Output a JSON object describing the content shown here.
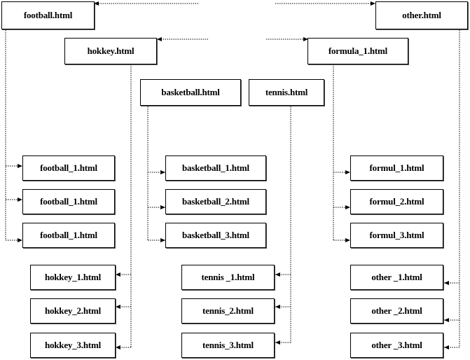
{
  "nodes": {
    "football": "football.html",
    "hokkey": "hokkey.html",
    "basketball": "basketball.html",
    "tennis": "tennis.html",
    "formula": "formula_1.html",
    "other": "other.html",
    "football_1": "football_1.html",
    "football_2": "football_1.html",
    "football_3": "football_1.html",
    "basketball_1": "basketball_1.html",
    "basketball_2": "basketball_2.html",
    "basketball_3": "basketball_3.html",
    "formul_1": "formul_1.html",
    "formul_2": "formul_2.html",
    "formul_3": "formul_3.html",
    "hokkey_1": "hokkey_1.html",
    "hokkey_2": "hokkey_2.html",
    "hokkey_3": "hokkey_3.html",
    "tennis_1": "tennis _1.html",
    "tennis_2": "tennis_2.html",
    "tennis_3": "tennis_3.html",
    "other_1": "other _1.html",
    "other_2": "other _2.html",
    "other_3": "other _3.html"
  }
}
